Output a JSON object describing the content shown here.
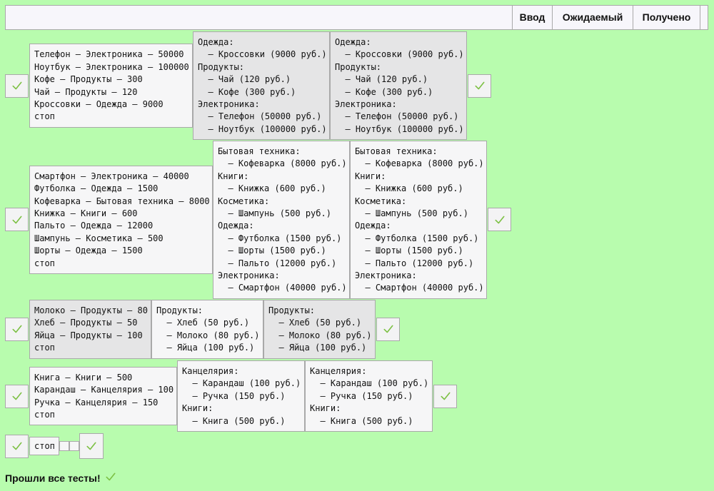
{
  "header": {
    "col_input": "Ввод",
    "col_expected": "Ожидаемый",
    "col_received": "Получено"
  },
  "colors": {
    "background": "#b8fcae",
    "check": "#7cc043"
  },
  "tests": [
    {
      "input": [
        "Телефон – Электроника – 50000",
        "Ноутбук – Электроника – 100000",
        "Кофе – Продукты – 300",
        "Чай – Продукты – 120",
        "Кроссовки – Одежда – 9000",
        "стоп"
      ],
      "expected": [
        "Одежда:",
        "  – Кроссовки (9000 руб.)",
        "Продукты:",
        "  – Чай (120 руб.)",
        "  – Кофе (300 руб.)",
        "Электроника:",
        "  – Телефон (50000 руб.)",
        "  – Ноутбук (100000 руб.)"
      ],
      "received": [
        "Одежда:",
        "  – Кроссовки (9000 руб.)",
        "Продукты:",
        "  – Чай (120 руб.)",
        "  – Кофе (300 руб.)",
        "Электроника:",
        "  – Телефон (50000 руб.)",
        "  – Ноутбук (100000 руб.)"
      ]
    },
    {
      "input": [
        "Смартфон – Электроника – 40000",
        "Футболка – Одежда – 1500",
        "Кофеварка – Бытовая техника – 8000",
        "Книжка – Книги – 600",
        "Пальто – Одежда – 12000",
        "Шампунь – Косметика – 500",
        "Шорты – Одежда – 1500",
        "стоп"
      ],
      "expected": [
        "Бытовая техника:",
        "  – Кофеварка (8000 руб.)",
        "Книги:",
        "  – Книжка (600 руб.)",
        "Косметика:",
        "  – Шампунь (500 руб.)",
        "Одежда:",
        "  – Футболка (1500 руб.)",
        "  – Шорты (1500 руб.)",
        "  – Пальто (12000 руб.)",
        "Электроника:",
        "  – Смартфон (40000 руб.)"
      ],
      "received": [
        "Бытовая техника:",
        "  – Кофеварка (8000 руб.)",
        "Книги:",
        "  – Книжка (600 руб.)",
        "Косметика:",
        "  – Шампунь (500 руб.)",
        "Одежда:",
        "  – Футболка (1500 руб.)",
        "  – Шорты (1500 руб.)",
        "  – Пальто (12000 руб.)",
        "Электроника:",
        "  – Смартфон (40000 руб.)"
      ]
    },
    {
      "input": [
        "Молоко – Продукты – 80",
        "Хлеб – Продукты – 50",
        "Яйца – Продукты – 100",
        "стоп"
      ],
      "expected": [
        "Продукты:",
        "  – Хлеб (50 руб.)",
        "  – Молоко (80 руб.)",
        "  – Яйца (100 руб.)"
      ],
      "received": [
        "Продукты:",
        "  – Хлеб (50 руб.)",
        "  – Молоко (80 руб.)",
        "  – Яйца (100 руб.)"
      ]
    },
    {
      "input": [
        "Книга – Книги – 500",
        "Карандаш – Канцелярия – 100",
        "Ручка – Канцелярия – 150",
        "стоп"
      ],
      "expected": [
        "Канцелярия:",
        "  – Карандаш (100 руб.)",
        "  – Ручка (150 руб.)",
        "Книги:",
        "  – Книга (500 руб.)"
      ],
      "received": [
        "Канцелярия:",
        "  – Карандаш (100 руб.)",
        "  – Ручка (150 руб.)",
        "Книги:",
        "  – Книга (500 руб.)"
      ]
    },
    {
      "input": [
        "стоп"
      ],
      "expected": [],
      "received": []
    }
  ],
  "footer": {
    "passed_text": "Прошли все тесты!"
  }
}
